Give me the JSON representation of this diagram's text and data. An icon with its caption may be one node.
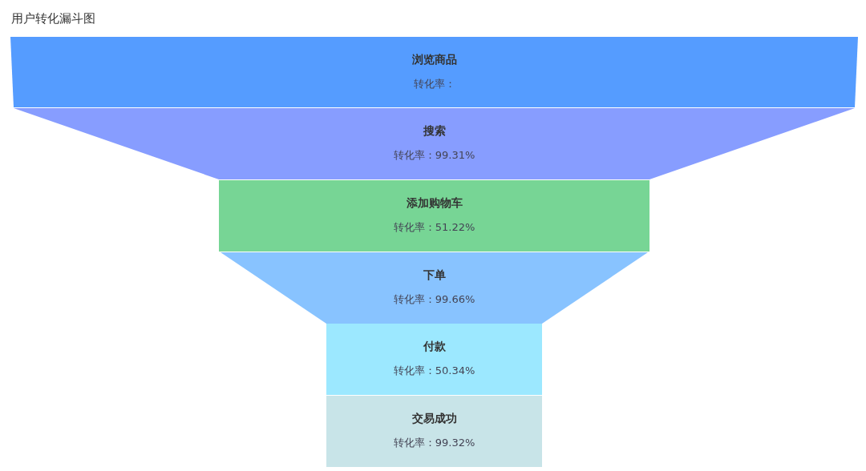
{
  "diagram": {
    "title": "用户转化漏斗图",
    "nodes": [
      {
        "text": [
          "浏览商品",
          "转化率："
        ]
      },
      {
        "text": [
          "搜索",
          "转化率：99.31%"
        ]
      },
      {
        "text": [
          "添加购物车",
          "转化率：51.22%"
        ]
      },
      {
        "text": [
          "下单",
          "转化率：99.66%"
        ]
      },
      {
        "text": [
          "付款",
          "转化率：50.34%"
        ]
      },
      {
        "text": [
          "交易成功",
          "转化率：99.32%"
        ]
      }
    ]
  }
}
